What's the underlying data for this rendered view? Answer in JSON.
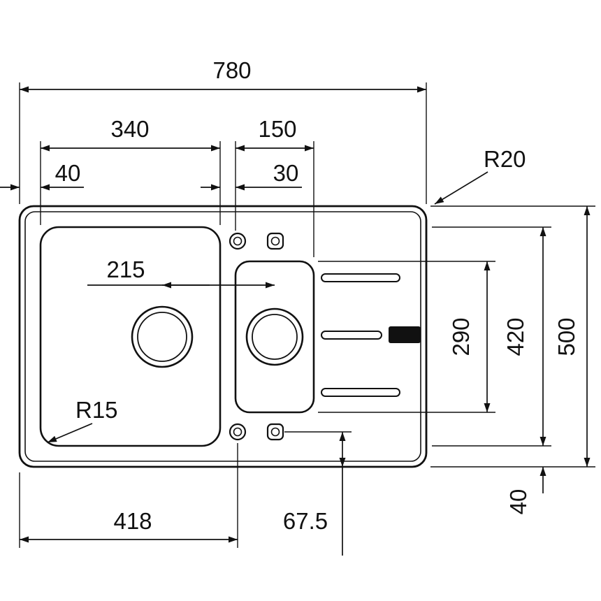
{
  "drawing": {
    "background": "#ffffff",
    "line_color": "#111111",
    "dimensions": {
      "overall_width": "780",
      "main_bowl_width": "340",
      "small_bowl_width": "150",
      "left_rim": "40",
      "bowl_gap": "30",
      "corner_radius": "R20",
      "bowl_center_distance": "215",
      "small_bowl_length": "290",
      "bowl_length": "420",
      "overall_depth": "500",
      "front_rim": "40",
      "tap_offset_left": "418",
      "tap_offset_front": "67.5",
      "bowl_corner_radius": "R15"
    }
  }
}
